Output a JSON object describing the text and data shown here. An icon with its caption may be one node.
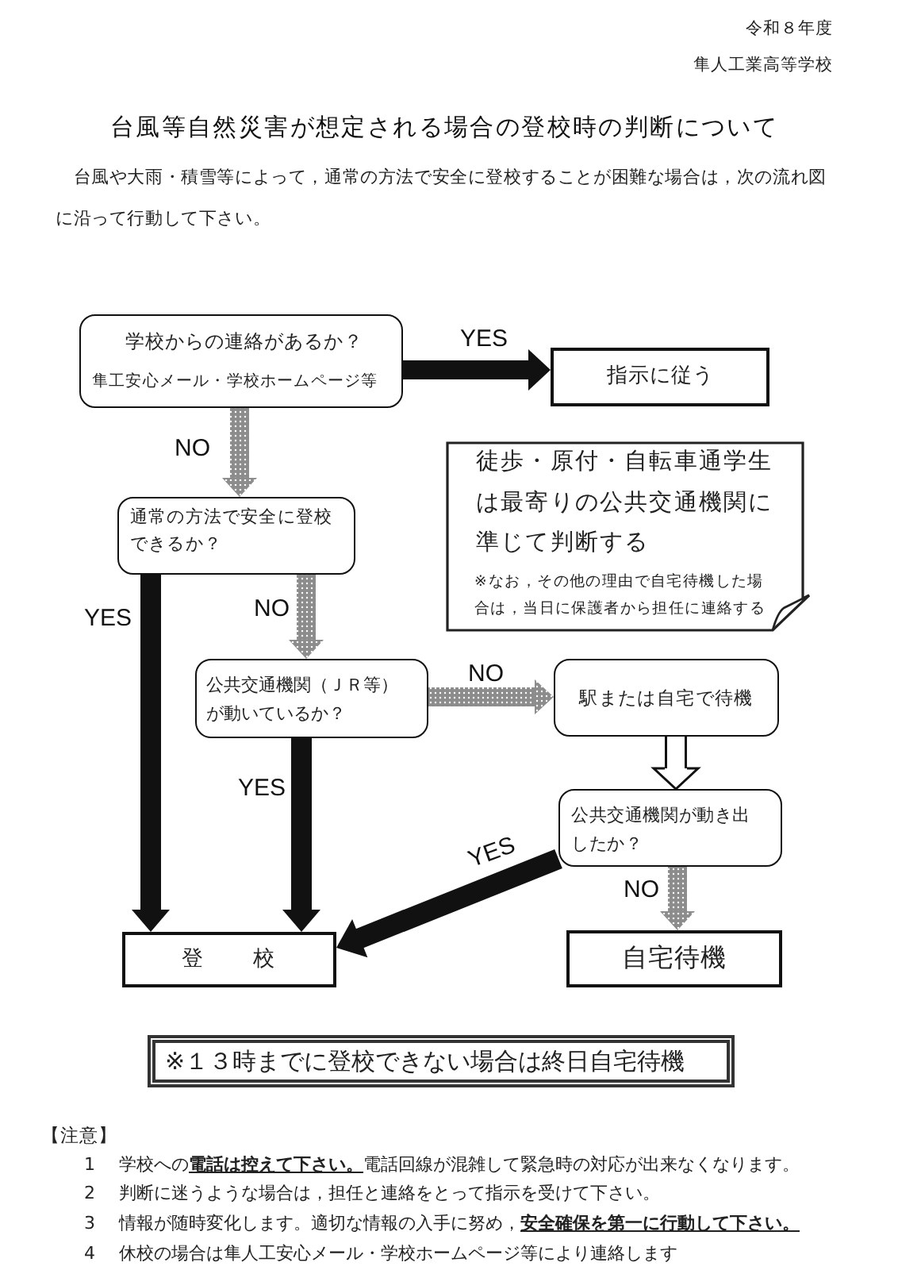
{
  "diagram": {
    "title": "台風等自然災害が想定される場合の登校時の判断について",
    "nodes": [
      {
        "text": [
          "学校からの連絡があるか？",
          "隼工安心メール・学校ホームページ等"
        ]
      },
      {
        "text": [
          "指示に従う"
        ]
      },
      {
        "text": [
          "徒歩・原付・自転車通学生は最寄りの公共交通機関に準じて判断する",
          "※なお，その他の理由で自宅待機した場合は，当日に保護者から担任に連絡する"
        ]
      },
      {
        "text": [
          "通常の方法で安全に登校できるか？"
        ]
      },
      {
        "text": [
          "公共交通機関（ＪＲ等）が動いているか？"
        ]
      },
      {
        "text": [
          "駅または自宅で待機"
        ]
      },
      {
        "text": [
          "公共交通機関が動き出したか？"
        ]
      },
      {
        "text": [
          "登　　校"
        ]
      },
      {
        "text": [
          "自宅待機"
        ]
      },
      {
        "text": [
          "※１３時までに登校できない場合は終日自宅待機"
        ]
      }
    ],
    "edges": [
      {
        "from": 0,
        "to": 1,
        "arrow": "to",
        "label": "YES"
      },
      {
        "from": 0,
        "to": 3,
        "arrow": "to",
        "label": "NO",
        "color": "#8c8c8c"
      },
      {
        "from": 3,
        "to": 7,
        "arrow": "to",
        "label": "YES"
      },
      {
        "from": 3,
        "to": 4,
        "arrow": "to",
        "label": "NO",
        "color": "#8c8c8c"
      },
      {
        "from": 4,
        "to": 5,
        "arrow": "to",
        "label": "NO",
        "color": "#8c8c8c"
      },
      {
        "from": 4,
        "to": 7,
        "arrow": "to",
        "label": "YES"
      },
      {
        "from": 5,
        "to": 6,
        "arrow": "to",
        "color": "#ffffff"
      },
      {
        "from": 6,
        "to": 7,
        "arrow": "to",
        "label": "YES"
      },
      {
        "from": 6,
        "to": 8,
        "arrow": "to",
        "label": "NO",
        "color": "#8c8c8c"
      }
    ],
    "labels": [
      "令和８年度",
      "隼人工業高等学校",
      "台風や大雨・積雪等によって，通常の方法で安全に登校することが困難な場合は，次の流れ図に沿って行動して下さい。",
      "【注意】",
      "1",
      "学校への**電話は控えて下さい。**電話回線が混雑して緊急時の対応が出来なくなります。",
      "2",
      "判断に迷うような場合は，担任と連絡をとって指示を受けて下さい。",
      "3",
      "情報が随時変化します。適切な情報の入手に努め，**安全確保を第一に行動して下さい。**",
      "4",
      "休校の場合は隼人工安心メール・学校ホームページ等により連絡します"
    ]
  }
}
